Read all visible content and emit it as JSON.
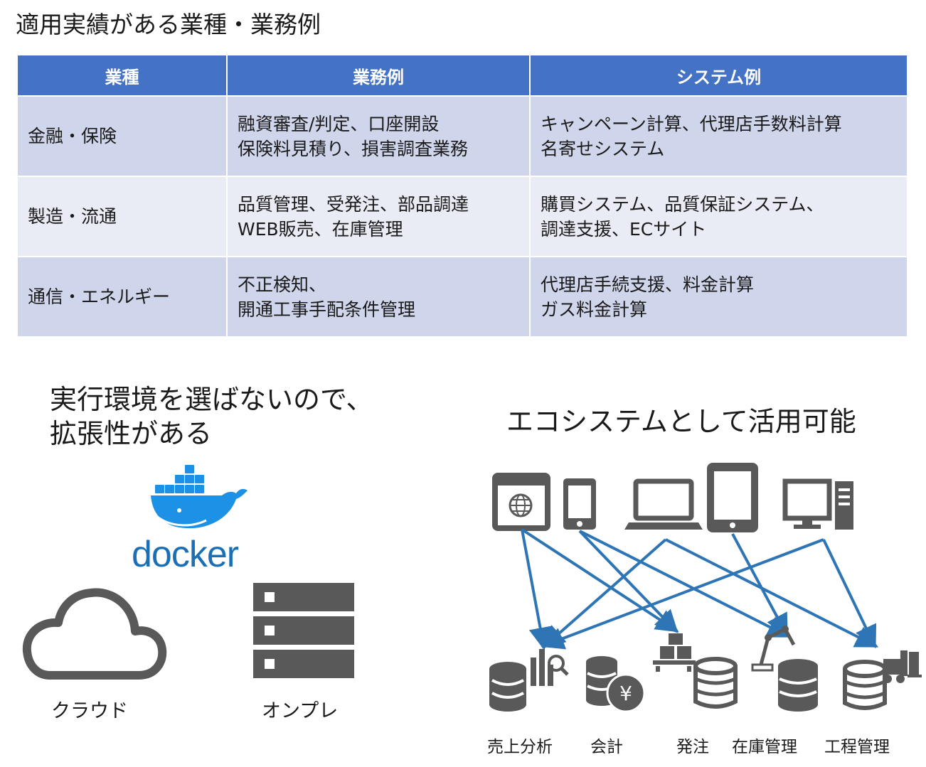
{
  "title": "適用実績がある業種・業務例",
  "table": {
    "headers": [
      "業種",
      "業務例",
      "システム例"
    ],
    "rows": [
      {
        "industry": "金融・保険",
        "tasks": [
          "融資審査/判定、口座開設",
          "保険料見積り、損害調査業務"
        ],
        "systems": [
          "キャンペーン計算、代理店手数料計算",
          "名寄せシステム"
        ]
      },
      {
        "industry": "製造・流通",
        "tasks": [
          "品質管理、受発注、部品調達",
          "WEB販売、在庫管理"
        ],
        "systems": [
          "購買システム、品質保証システム、",
          "調達支援、ECサイト"
        ]
      },
      {
        "industry": "通信・エネルギー",
        "tasks": [
          "不正検知、",
          "開通工事手配条件管理"
        ],
        "systems": [
          "代理店手続支援、料金計算",
          "ガス料金計算"
        ]
      }
    ]
  },
  "left": {
    "heading_lines": [
      "実行環境を選ばないので、",
      "拡張性がある"
    ],
    "docker_text": "docker",
    "cloud_label": "クラウド",
    "onprem_label": "オンプレ"
  },
  "right": {
    "heading": "エコシステムとして活用可能",
    "targets": [
      "売上分析",
      "会計",
      "発注",
      "在庫管理",
      "工程管理"
    ]
  },
  "colors": {
    "header_blue": "#4472c4",
    "row_dark": "#cfd5ea",
    "row_light": "#e9ebf5",
    "arrow_blue": "#2e75b6",
    "docker_blue": "#1d91e6",
    "icon_gray": "#595959"
  },
  "icons": [
    "browser-icon",
    "smartphone-icon",
    "laptop-icon",
    "tablet-icon",
    "desktop-icon",
    "database-icon",
    "yen-coin-icon",
    "robot-arm-icon",
    "forklift-icon",
    "cloud-icon",
    "server-icon",
    "docker-whale-icon"
  ]
}
